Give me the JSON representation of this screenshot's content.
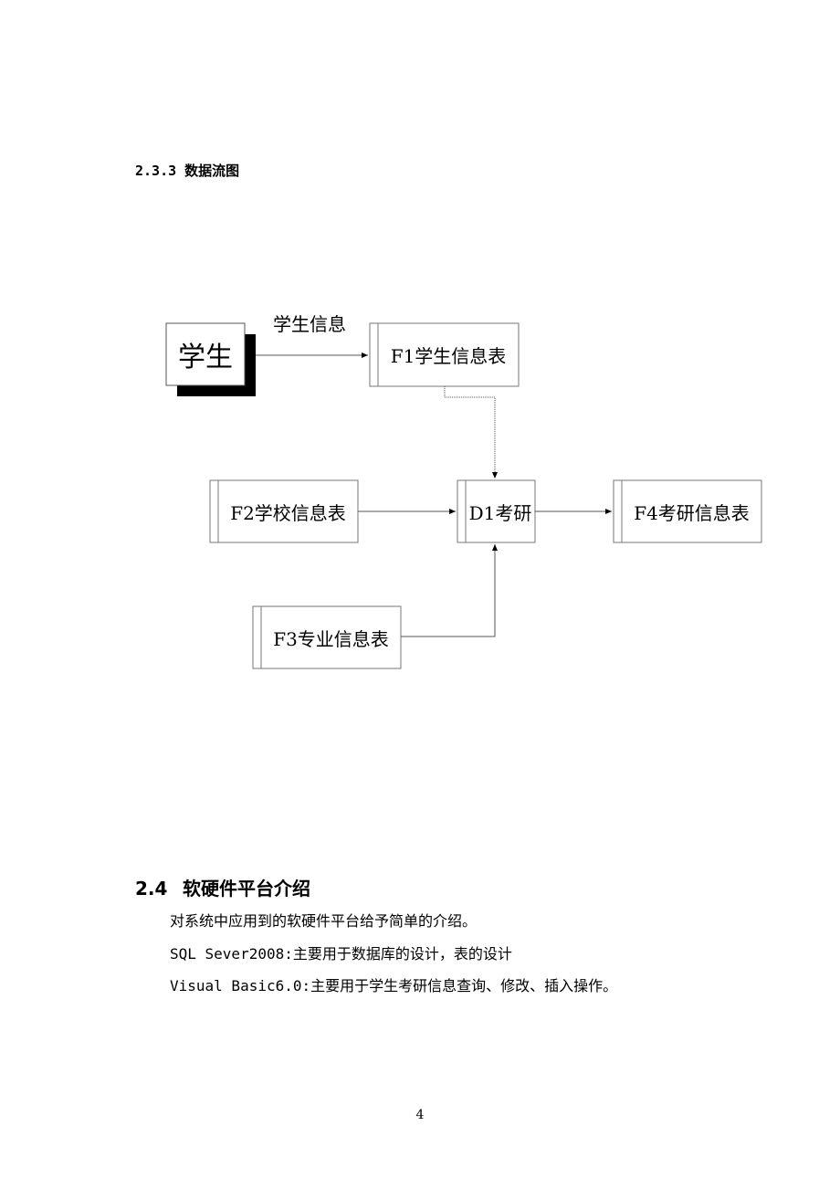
{
  "document": {
    "subheading": "2.3.3 数据流图",
    "diagram": {
      "entity": "学生",
      "flow_label": "学生信息",
      "f1": "F1学生信息表",
      "f2": "F2学校信息表",
      "d1": "D1考研",
      "f4": "F4考研信息表",
      "f3": "F3专业信息表"
    },
    "section": {
      "number": "2.4",
      "title": "软硬件平台介绍"
    },
    "paragraphs": [
      "对系统中应用到的软硬件平台给予简单的介绍。",
      "SQL Sever2008:主要用于数据库的设计，表的设计",
      "Visual Basic6.0:主要用于学生考研信息查询、修改、插入操作。"
    ],
    "page_number": "4"
  }
}
